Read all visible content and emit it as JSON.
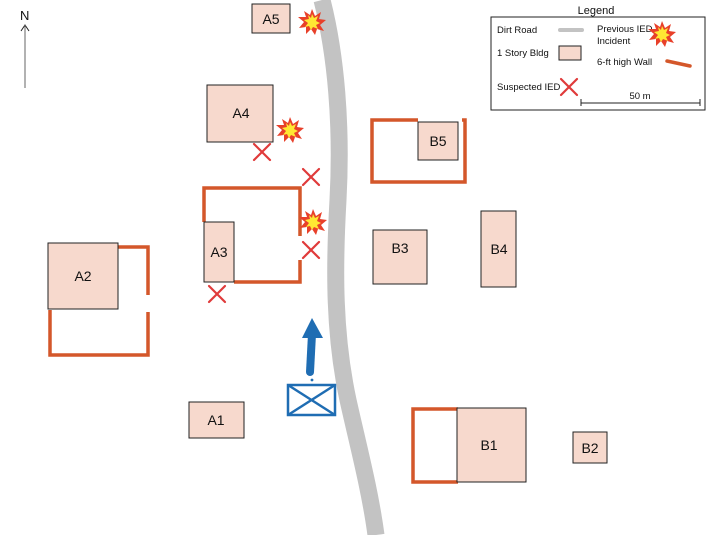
{
  "north": {
    "label": "N"
  },
  "buildings": {
    "A1": "A1",
    "A2": "A2",
    "A3": "A3",
    "A4": "A4",
    "A5": "A5",
    "B1": "B1",
    "B2": "B2",
    "B3": "B3",
    "B4": "B4",
    "B5": "B5"
  },
  "legend": {
    "title": "Legend",
    "dirt_road": "Dirt Road",
    "previous_ied_line1": "Previous IED",
    "previous_ied_line2": "Incident",
    "one_story_bldg": "1 Story Bldg",
    "wall": "6-ft high Wall",
    "suspected_ied": "Suspected IED",
    "scale": "50 m"
  },
  "colors": {
    "building_fill": "#f7d9cd",
    "wall": "#d4572a",
    "road": "#c3c3c3",
    "ied_mark": "#e03a3a",
    "unit_symbol": "#1f6db3",
    "explosion_outer": "#e8402a",
    "explosion_inner": "#ffe833"
  },
  "icons": {
    "explosion": "explosion-icon",
    "suspected_ied": "x-mark-icon",
    "unit": "infantry-unit-icon",
    "movement": "arrow-up-icon"
  }
}
